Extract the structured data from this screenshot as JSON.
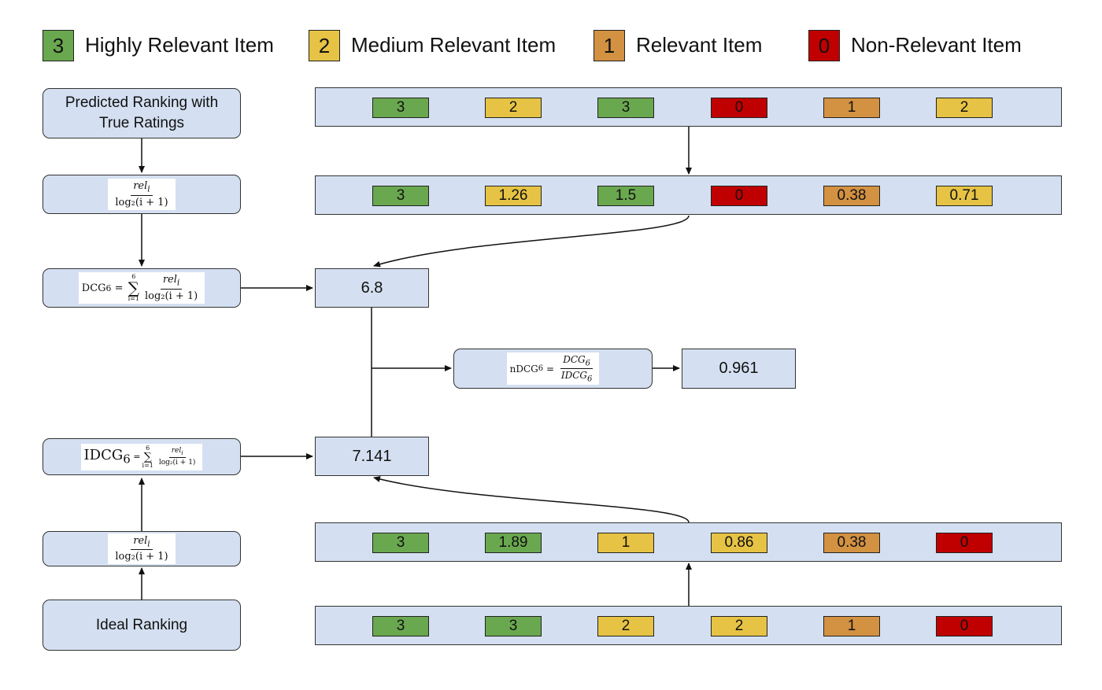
{
  "colors": {
    "score_3": "#6aa84f",
    "score_2": "#e6c344",
    "score_1": "#d39142",
    "score_0": "#c00000",
    "box_fill": "#d4e0f1"
  },
  "legend": [
    {
      "score": "3",
      "label": "Highly Relevant Item"
    },
    {
      "score": "2",
      "label": "Medium Relevant Item"
    },
    {
      "score": "1",
      "label": "Relevant Item"
    },
    {
      "score": "0",
      "label": "Non-Relevant Item"
    }
  ],
  "left": {
    "predicted_title": "Predicted Ranking with True Ratings",
    "gain_formula": {
      "numerator": "rel",
      "numerator_sub": "i",
      "denominator": "log₂(i + 1)"
    },
    "dcg_formula": {
      "lhs": "DCG",
      "lhs_sub": "6",
      "sum_upper": "6",
      "sum_lower": "i=1",
      "numerator": "rel",
      "numerator_sub": "i",
      "denominator": "log₂(i + 1)"
    },
    "idcg_formula": {
      "lhs": "IDCG",
      "lhs_sub": "6",
      "sum_upper": "6",
      "sum_lower": "i=1",
      "numerator": "rel",
      "numerator_sub": "i",
      "denominator": "log₂(i + 1)"
    },
    "ideal_gain_formula": {
      "numerator": "rel",
      "numerator_sub": "i",
      "denominator": "log₂(i + 1)"
    },
    "ideal_title": "Ideal Ranking"
  },
  "rows": {
    "predicted_ratings": [
      {
        "value": "3",
        "score": 3
      },
      {
        "value": "2",
        "score": 2
      },
      {
        "value": "3",
        "score": 3
      },
      {
        "value": "0",
        "score": 0
      },
      {
        "value": "1",
        "score": 1
      },
      {
        "value": "2",
        "score": 2
      }
    ],
    "predicted_gains": [
      {
        "value": "3",
        "score": 3
      },
      {
        "value": "1.26",
        "score": 2
      },
      {
        "value": "1.5",
        "score": 3
      },
      {
        "value": "0",
        "score": 0
      },
      {
        "value": "0.38",
        "score": 1
      },
      {
        "value": "0.71",
        "score": 2
      }
    ],
    "ideal_gains": [
      {
        "value": "3",
        "score": 3
      },
      {
        "value": "1.89",
        "score": 3
      },
      {
        "value": "1",
        "score": 2
      },
      {
        "value": "0.86",
        "score": 2
      },
      {
        "value": "0.38",
        "score": 1
      },
      {
        "value": "0",
        "score": 0
      }
    ],
    "ideal_ratings": [
      {
        "value": "3",
        "score": 3
      },
      {
        "value": "3",
        "score": 3
      },
      {
        "value": "2",
        "score": 2
      },
      {
        "value": "2",
        "score": 2
      },
      {
        "value": "1",
        "score": 1
      },
      {
        "value": "0",
        "score": 0
      }
    ]
  },
  "values": {
    "dcg": "6.8",
    "idcg": "7.141",
    "ndcg": "0.961"
  },
  "ndcg_formula": {
    "lhs": "nDCG",
    "lhs_sub": "6",
    "numerator": "DCG",
    "numerator_sub": "6",
    "denominator": "IDCG",
    "denominator_sub": "6"
  }
}
